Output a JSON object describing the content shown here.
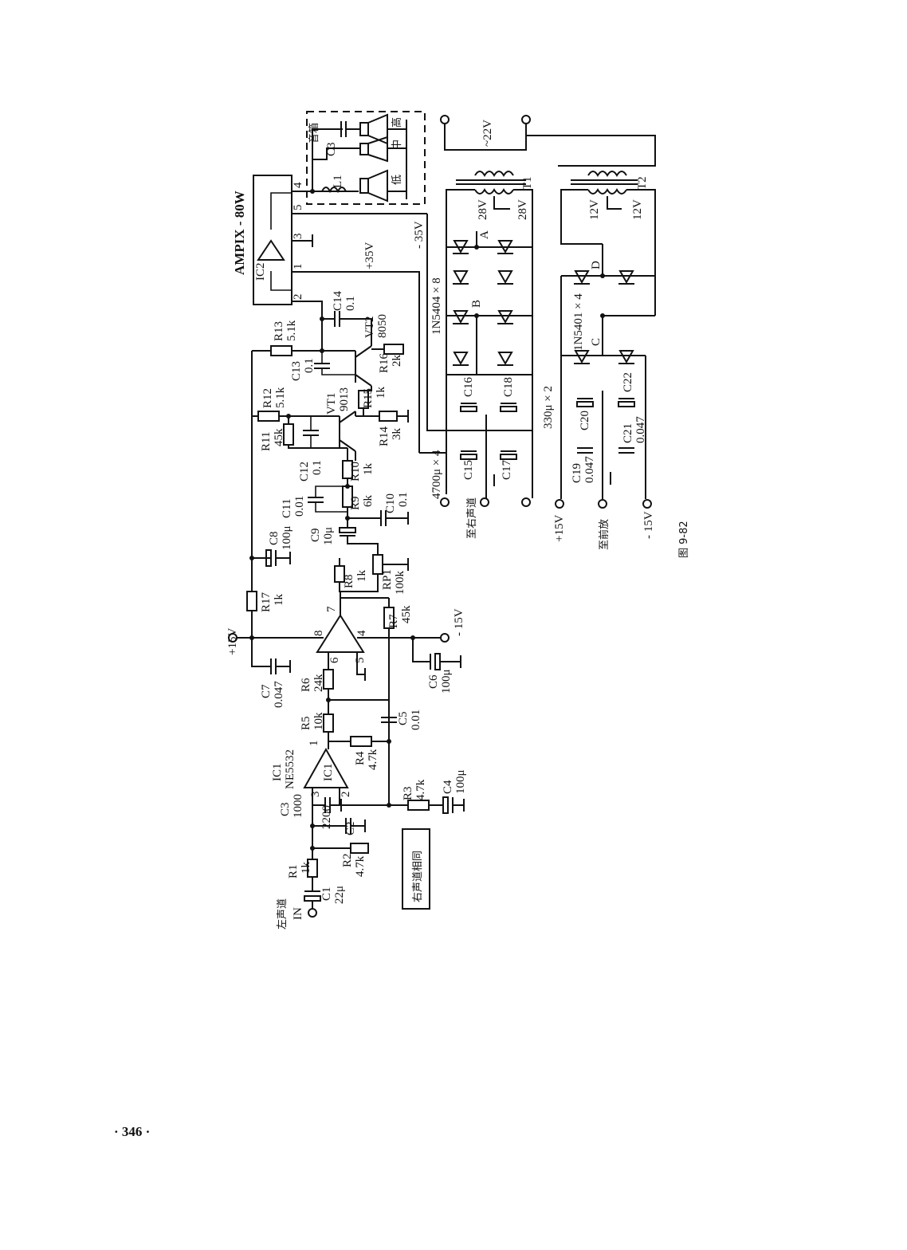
{
  "labels": {
    "ic2_part": "AMPIX - 80W",
    "ic2": "IC2",
    "ic1_ref": "IC1",
    "ic1_part": "NE5532",
    "ic1_inner": "IC1",
    "plus35": "+35V",
    "minus35": "- 35V",
    "plus15_top": "+15V",
    "minus15_mid": "- 15V",
    "plus15_bottom": "+15V",
    "minus15_bottom": "- 15V",
    "ac22": "~22V",
    "t1": "T1",
    "t2": "T2",
    "v28a": "28V",
    "v28b": "28V",
    "v12a": "12V",
    "v12b": "12V",
    "node_a": "A",
    "node_b": "B",
    "node_c": "C",
    "node_d": "D",
    "diodes_top": "1N5404 × 8",
    "diodes_bottom": "1N5401 × 4",
    "caps_4700": "4700μ × 4",
    "caps_330": "330μ × 2",
    "speaker_box": "音箱",
    "tweeter": "高",
    "mid": "中",
    "woofer": "低",
    "l1": "L1",
    "c3x": "C3",
    "c2x": "C2",
    "c1x": "C1",
    "to_right_channel": "至右声道",
    "to_preamp": "至前放",
    "left_channel": "左声道",
    "in": "IN",
    "right_same": "右声道相同",
    "figure": "图  9-82",
    "page_number": "· 346 ·"
  },
  "pins": {
    "ic2_p1": "1",
    "ic2_p2": "2",
    "ic2_p3": "3",
    "ic2_p4": "4",
    "ic2_p5": "5",
    "op2_p4": "4",
    "op2_p5": "5",
    "op2_p6": "6",
    "op2_p7": "7",
    "op2_p8": "8",
    "op1_p1": "1",
    "op1_p2": "2",
    "op1_p3": "3"
  },
  "components": {
    "r1": {
      "ref": "R1",
      "val": "1k"
    },
    "r2": {
      "ref": "R2",
      "val": "4.7k"
    },
    "r3": {
      "ref": "R3",
      "val": "4.7k"
    },
    "r4": {
      "ref": "R4",
      "val": "4.7k"
    },
    "r5": {
      "ref": "R5",
      "val": "10k"
    },
    "r6": {
      "ref": "R6",
      "val": "24k"
    },
    "r7": {
      "ref": "R7",
      "val": "45k"
    },
    "r8": {
      "ref": "R8",
      "val": "1k"
    },
    "r9": {
      "ref": "R9",
      "val": "6k"
    },
    "r10": {
      "ref": "R10",
      "val": "1k"
    },
    "r11": {
      "ref": "R11",
      "val": "45k"
    },
    "r12": {
      "ref": "R12",
      "val": "5.1k"
    },
    "r13": {
      "ref": "R13",
      "val": "5.1k"
    },
    "r14": {
      "ref": "R14",
      "val": "3k"
    },
    "r15": {
      "ref": "R15",
      "val": "1k"
    },
    "r16": {
      "ref": "R16",
      "val": "2k"
    },
    "r17": {
      "ref": "R17",
      "val": "1k"
    },
    "rp1": {
      "ref": "RP1",
      "val": "100k"
    },
    "c1": {
      "ref": "C1",
      "val": "22μ"
    },
    "c2": {
      "ref": "C2",
      "val": "2200"
    },
    "c3": {
      "ref": "C3",
      "val": "1000"
    },
    "c4": {
      "ref": "C4",
      "val": "100μ"
    },
    "c5": {
      "ref": "C5",
      "val": "0.01"
    },
    "c6": {
      "ref": "C6",
      "val": "100μ"
    },
    "c7": {
      "ref": "C7",
      "val": "0.047"
    },
    "c8": {
      "ref": "C8",
      "val": "100μ"
    },
    "c9": {
      "ref": "C9",
      "val": "10μ"
    },
    "c10": {
      "ref": "C10",
      "val": "0.1"
    },
    "c11": {
      "ref": "C11",
      "val": "0.01"
    },
    "c12": {
      "ref": "C12",
      "val": "0.1"
    },
    "c13": {
      "ref": "C13",
      "val": "0.1"
    },
    "c14": {
      "ref": "C14",
      "val": "0.1"
    },
    "c15": {
      "ref": "C15"
    },
    "c16": {
      "ref": "C16"
    },
    "c17": {
      "ref": "C17"
    },
    "c18": {
      "ref": "C18"
    },
    "c19": {
      "ref": "C19",
      "val": "0.047"
    },
    "c20": {
      "ref": "C20"
    },
    "c21": {
      "ref": "C21",
      "val": "0.047"
    },
    "c22": {
      "ref": "C22"
    },
    "vt1": {
      "ref": "VT1",
      "val": "9013"
    },
    "vt2": {
      "ref": "VT2",
      "val": "8050"
    }
  }
}
